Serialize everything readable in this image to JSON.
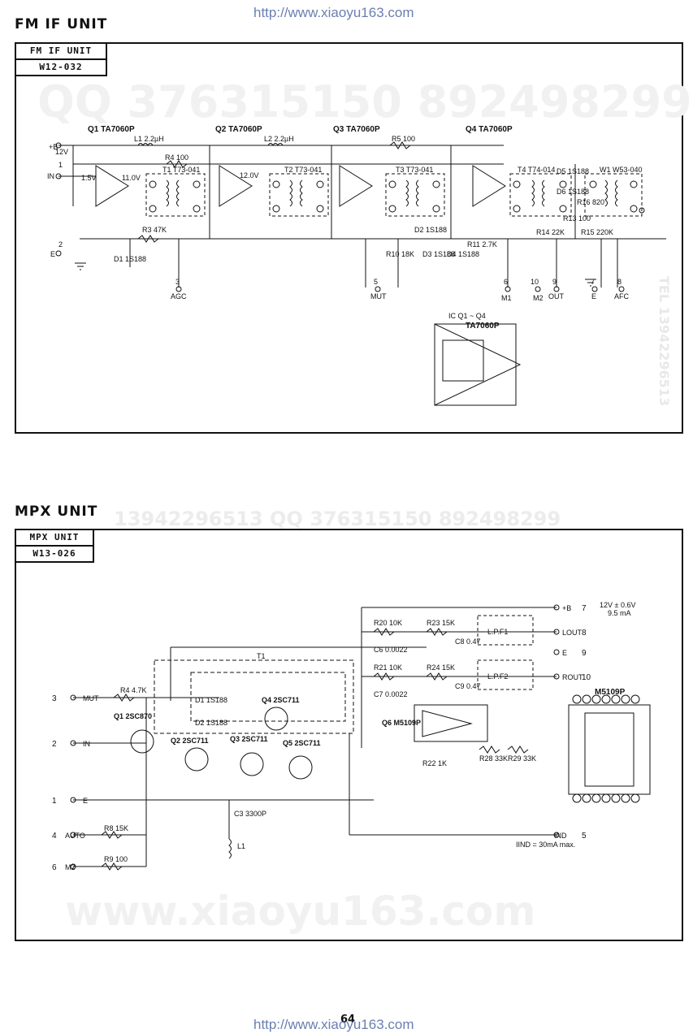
{
  "header_url": "http://www.xiaoyu163.com",
  "footer_url": "http://www.xiaoyu163.com",
  "page_number": "64",
  "watermarks": {
    "qq_big": "QQ 376315150   892498299",
    "tel_right": "TEL 13942296513",
    "mid": "13942296513     QQ 376315150  892498299",
    "bottom": "www.xiaoyu163.com"
  },
  "fm": {
    "section_title": "FM IF UNIT",
    "tag_name": "FM IF UNIT",
    "tag_code": "W12-032",
    "q1": "Q1 TA7060P",
    "q2": "Q2 TA7060P",
    "q3": "Q3 TA7060P",
    "q4": "Q4 TA7060P",
    "l1": "L1 2.2µH",
    "l2": "L2 2.2µH",
    "r4": "R4 100",
    "r5": "R5 100",
    "t1": "T1 T73-041",
    "t2": "T2 T73-041",
    "t3": "T3 T73-041",
    "t4": "T4 T74-014",
    "w1": "W1 W53-040",
    "d1": "D1 1S188",
    "d2": "D2 1S188",
    "d3": "D3 1S188",
    "d4": "D4 1S188",
    "d5": "D5 1S188",
    "d6": "D6 1S188",
    "r3": "R3 47K",
    "r14": "R14 22K",
    "r15": "R15 220K",
    "r16": "R16 820",
    "r13": "R13 100",
    "r11": "R11 2.7K",
    "r10": "R10 18K",
    "v12": "12V",
    "v11": "11.0V",
    "v15": "1.5V",
    "v12b": "12.0V",
    "plus_b": "+B",
    "in": "IN",
    "e": "E",
    "term_agc": "AGC",
    "term_mut": "MUT",
    "term_out": "OUT",
    "term_e": "E",
    "term_afc": "AFC",
    "t1n": "1",
    "t2n": "2",
    "t3n": "3",
    "t5n": "5",
    "t6n": "6",
    "t9n": "9",
    "t10n": "10",
    "t7n": "7",
    "t8n": "8",
    "m1": "M1",
    "m2": "M2",
    "ic_label": "IC Q1 ~ Q4",
    "ic_part": "TA7060P"
  },
  "mpx": {
    "section_title": "MPX UNIT",
    "tag_name": "MPX UNIT",
    "tag_code": "W13-026",
    "supply": "12V ± 0.6V",
    "current": "9.5 mA",
    "t1": "T1",
    "q1": "Q1 2SC870",
    "q2": "Q2 2SC711",
    "q3": "Q3 2SC711",
    "q4": "Q4 2SC711",
    "q5": "Q5 2SC711",
    "q6": "Q6 M5109P",
    "d1": "D1 1S188",
    "d2": "D2 1S188",
    "lpf1": "L.P.F1",
    "lpf2": "L.P.F2",
    "r20": "R20 10K",
    "r21": "R21 10K",
    "r23": "R23 15K",
    "r24": "R24 15K",
    "c6": "C6 0.0022",
    "c7": "C7 0.0022",
    "c8": "C8 0.47",
    "c9": "C9 0.47",
    "c3": "C3 3300P",
    "l1": "L1",
    "r4": "R4 4.7K",
    "r8": "R8 15K",
    "r9": "R9 100",
    "r22": "R22 1K",
    "r28": "R28 33K",
    "r29": "R29 33K",
    "chip_label": "M5109P",
    "t_mut": "MUT",
    "t_in": "IN",
    "t_e": "E",
    "t_auto": "AUTO",
    "t_m2": "M2",
    "t_b": "+B",
    "t_lout": "LOUT",
    "t_e2": "E",
    "t_rout": "ROUT",
    "t_ind": "IND",
    "ind_note": "IIND = 30mA max.",
    "n1": "1",
    "n2": "2",
    "n3": "3",
    "n4": "4",
    "n5": "5",
    "n6": "6",
    "n7": "7",
    "n8": "8",
    "n9": "9",
    "n10": "10"
  }
}
